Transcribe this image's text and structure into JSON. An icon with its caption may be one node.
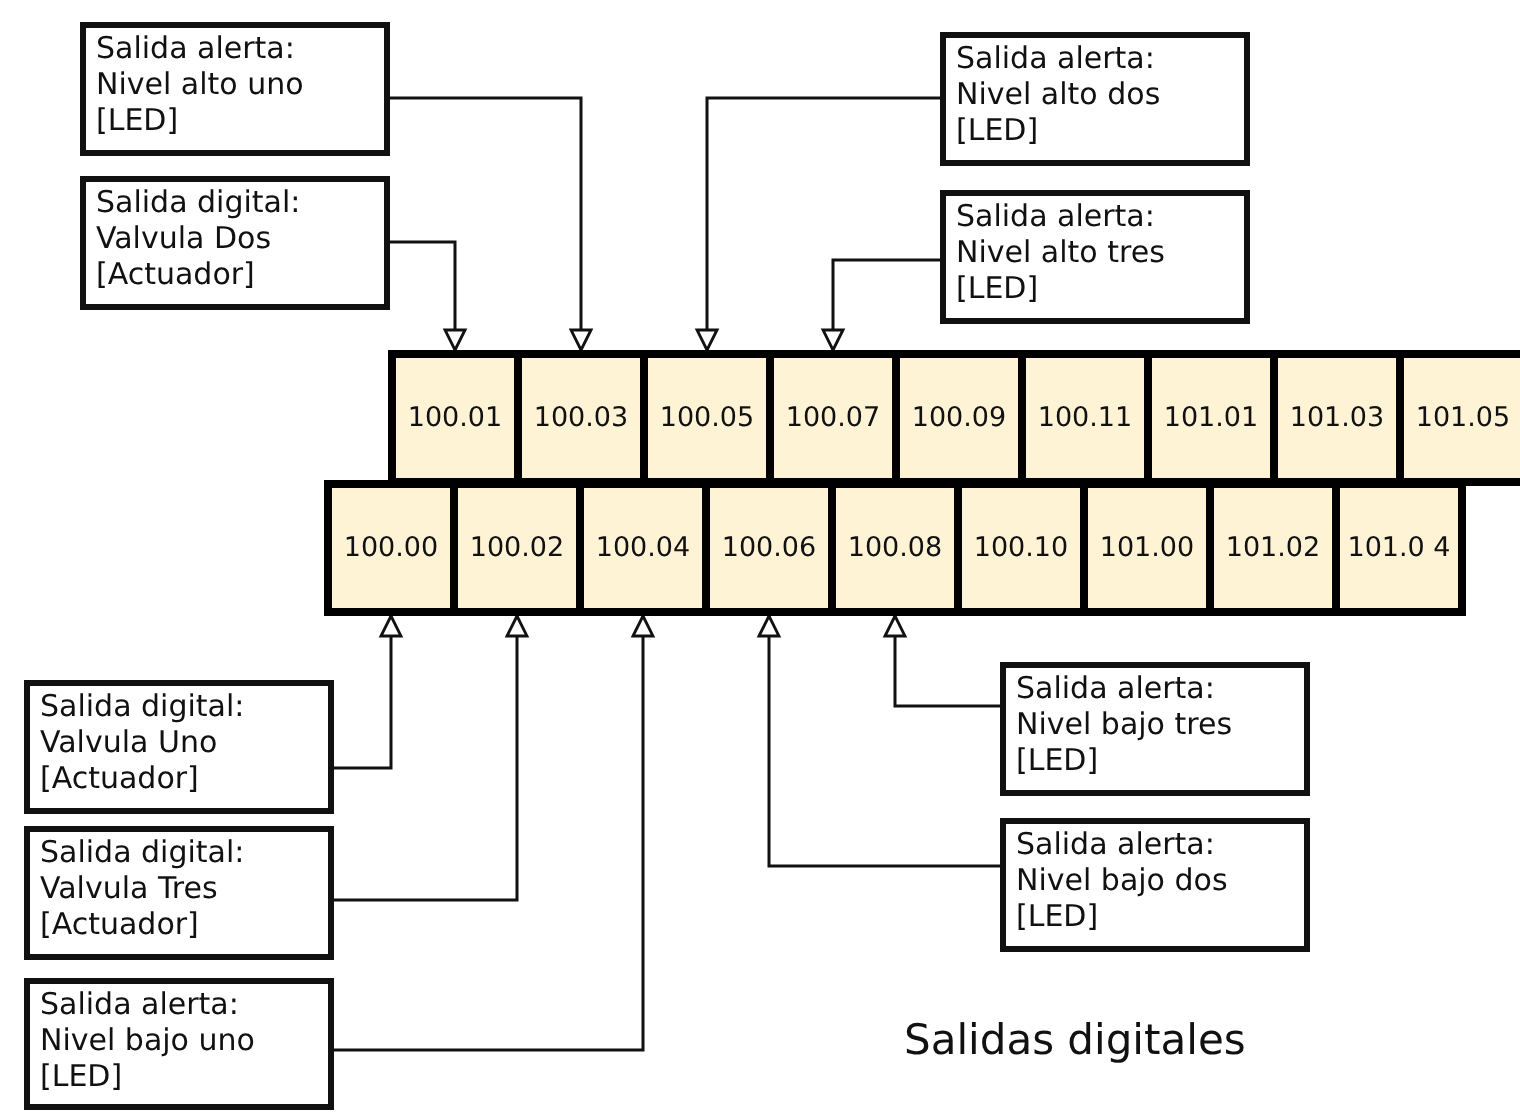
{
  "diagram": {
    "caption": "Salidas digitales",
    "nodes": [
      {
        "text": [
          "Salida alerta: Nivel alto uno [LED]"
        ]
      },
      {
        "text": [
          "Salida alerta: Nivel alto dos [LED]"
        ]
      },
      {
        "text": [
          "Salida digital: Valvula Dos [Actuador]"
        ]
      },
      {
        "text": [
          "Salida alerta: Nivel alto tres [LED]"
        ]
      },
      {
        "text": [
          "100.01"
        ]
      },
      {
        "text": [
          "100.03"
        ]
      },
      {
        "text": [
          "100.05"
        ]
      },
      {
        "text": [
          "100.07"
        ]
      },
      {
        "text": [
          "100.09"
        ]
      },
      {
        "text": [
          "100.11"
        ]
      },
      {
        "text": [
          "101.01"
        ]
      },
      {
        "text": [
          "101.03"
        ]
      },
      {
        "text": [
          "101.05"
        ]
      },
      {
        "text": [
          "100.00"
        ]
      },
      {
        "text": [
          "100.02"
        ]
      },
      {
        "text": [
          "100.04"
        ]
      },
      {
        "text": [
          "100.06"
        ]
      },
      {
        "text": [
          "100.08"
        ]
      },
      {
        "text": [
          "100.10"
        ]
      },
      {
        "text": [
          "101.00"
        ]
      },
      {
        "text": [
          "101.02"
        ]
      },
      {
        "text": [
          "101.0 4"
        ]
      },
      {
        "text": [
          "Salida digital: Valvula Uno [Actuador]"
        ]
      },
      {
        "text": [
          "Salida alerta: Nivel bajo tres [LED]"
        ]
      },
      {
        "text": [
          "Salida digital: Valvula Tres [Actuador]"
        ]
      },
      {
        "text": [
          "Salida alerta: Nivel bajo dos [LED]"
        ]
      },
      {
        "text": [
          "Salida alerta: Nivel bajo uno [LED]"
        ]
      }
    ],
    "edges": [
      {
        "from": 0,
        "to": 5,
        "arrow": "to"
      },
      {
        "from": 1,
        "to": 6,
        "arrow": "to"
      },
      {
        "from": 2,
        "to": 4,
        "arrow": "to"
      },
      {
        "from": 3,
        "to": 7,
        "arrow": "to"
      },
      {
        "from": 22,
        "to": 13,
        "arrow": "to"
      },
      {
        "from": 23,
        "to": 17,
        "arrow": "to"
      },
      {
        "from": 24,
        "to": 14,
        "arrow": "to"
      },
      {
        "from": 25,
        "to": 16,
        "arrow": "to"
      },
      {
        "from": 26,
        "to": 15,
        "arrow": "to"
      }
    ]
  }
}
